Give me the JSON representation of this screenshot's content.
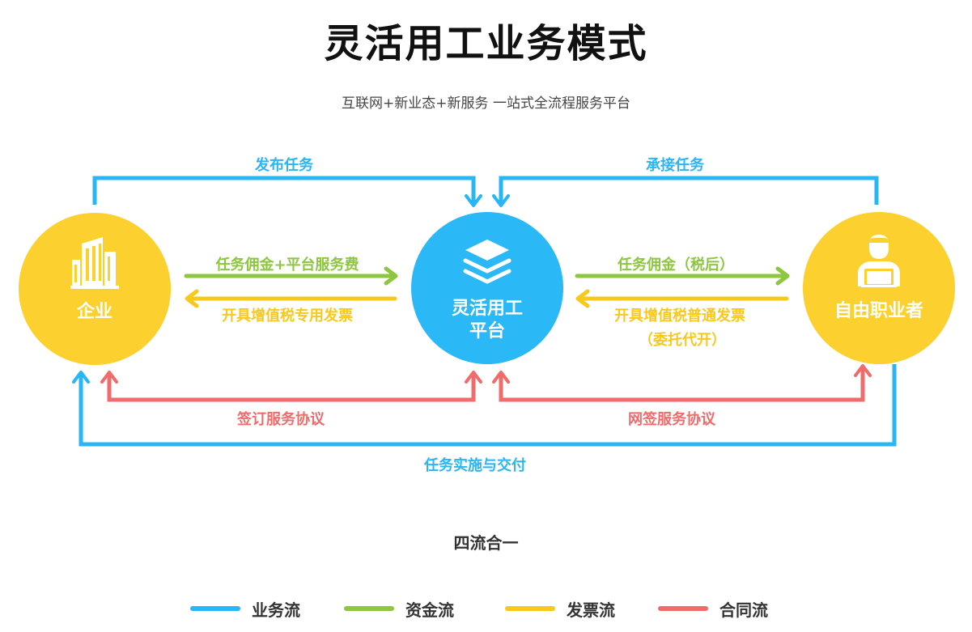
{
  "header": {
    "title": "灵活用工业务模式",
    "subtitle": "互联网+新业态+新服务 一站式全流程服务平台"
  },
  "nodes": {
    "enterprise": {
      "label": "企业",
      "icon": "building-icon",
      "color": "#fcd02e"
    },
    "platform": {
      "label_line1": "灵活用工",
      "label_line2": "平台",
      "icon": "layers-icon",
      "color": "#2bb8f7"
    },
    "freelancer": {
      "label": "自由职业者",
      "icon": "person-laptop-icon",
      "color": "#fcd02e"
    }
  },
  "flows": {
    "publish_task": "发布任务",
    "accept_task": "承接任务",
    "commission_fee": "任务佣金+平台服务费",
    "special_invoice": "开具增值税专用发票",
    "commission_after_tax": "任务佣金（税后）",
    "general_invoice": "开具增值税普通发票",
    "entrusted": "（委托代开）",
    "sign_agreement": "签订服务协议",
    "online_agreement": "网签服务协议",
    "delivery": "任务实施与交付"
  },
  "footer": {
    "caption": "四流合一"
  },
  "legend": [
    {
      "label": "业务流",
      "color": "#29b6f6"
    },
    {
      "label": "资金流",
      "color": "#8dc63f"
    },
    {
      "label": "发票流",
      "color": "#f8c91c"
    },
    {
      "label": "合同流",
      "color": "#f26b6b"
    }
  ]
}
